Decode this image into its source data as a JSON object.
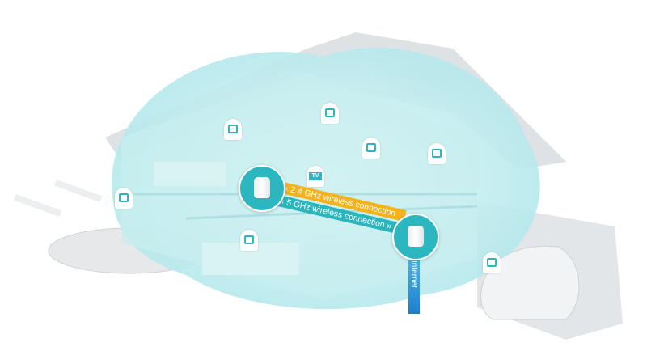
{
  "labels": {
    "band_24": "« 2.4 GHz wireless connection",
    "band_5": "« 5 GHz wireless connection »",
    "internet": "Internet",
    "tv": "TV"
  },
  "colors": {
    "cloud": "#bfeef0",
    "accent": "#2cb7c0",
    "band_24": "#f4b21c",
    "internet": "#1a7fd0"
  },
  "icons": [
    "phone-icon",
    "chat-icon",
    "cloud-icon",
    "computer-icon",
    "tablet-icon",
    "tv-icon",
    "gamepad-icon",
    "phone-icon"
  ]
}
